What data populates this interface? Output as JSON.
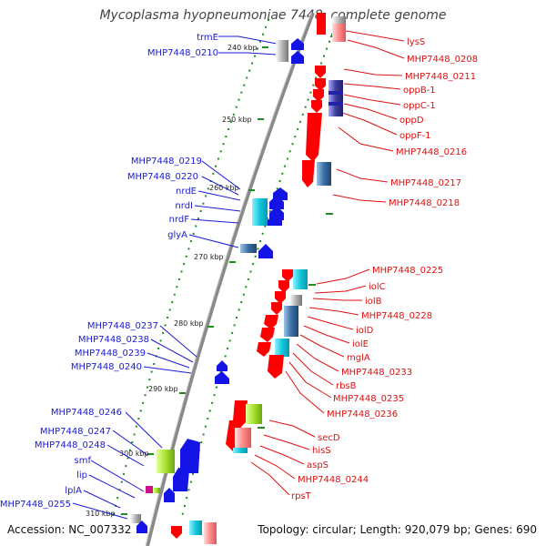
{
  "title": "Mycoplasma hyopneumoniae 7448, complete genome",
  "footer": {
    "accession": "Accession: NC_007332",
    "topology": "Topology: circular; Length: 920,079 bp; Genes: 690"
  },
  "colors": {
    "backbone": "#8c8c8c",
    "forward_gene": "#ff0000",
    "reverse_gene": "#0000ff",
    "blue_label": "#1a1ad6",
    "red_label": "#dd1111",
    "ticks_green": "#1e8c1e",
    "cyan": "#22ccdd",
    "lime": "#a6e22e",
    "pink": "#ff88aa",
    "steelblue": "#3a6ea5"
  },
  "tick_labels": [
    "240 kbp",
    "250 kbp",
    "260 kbp",
    "270 kbp",
    "280 kbp",
    "290 kbp",
    "300 kbp",
    "310 kbp"
  ],
  "left_labels": [
    "trmE",
    "MHP7448_0210",
    "MHP7448_0219",
    "MHP7448_0220",
    "nrdE",
    "nrdI",
    "nrdF",
    "glyA",
    "MHP7448_0237",
    "MHP7448_0238",
    "MHP7448_0239",
    "MHP7448_0240",
    "MHP7448_0246",
    "MHP7448_0247",
    "MHP7448_0248",
    "smf",
    "lip",
    "lplA",
    "MHP7448_0255"
  ],
  "right_labels": [
    "lysS",
    "MHP7448_0208",
    "MHP7448_0211",
    "oppB-1",
    "oppC-1",
    "oppD",
    "oppF-1",
    "MHP7448_0216",
    "MHP7448_0217",
    "MHP7448_0218",
    "MHP7448_0225",
    "iolC",
    "iolB",
    "MHP7448_0228",
    "iolD",
    "iolE",
    "mglA",
    "MHP7448_0233",
    "rbsB",
    "MHP7448_0235",
    "MHP7448_0236",
    "secD",
    "hisS",
    "aspS",
    "MHP7448_0244",
    "rpsT"
  ]
}
